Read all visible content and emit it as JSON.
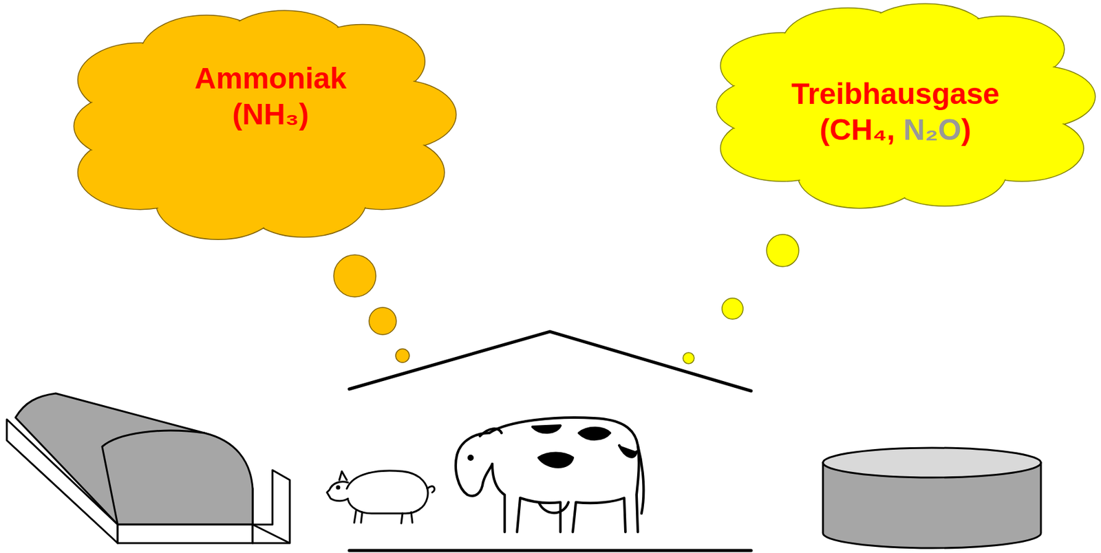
{
  "diagram": {
    "nodes": [
      {
        "text": [
          "Ammoniak",
          "(NH₃)"
        ]
      },
      {
        "text": [
          "Treibhausgase",
          "(CH₄,",
          "N₂O",
          ")"
        ]
      }
    ]
  }
}
